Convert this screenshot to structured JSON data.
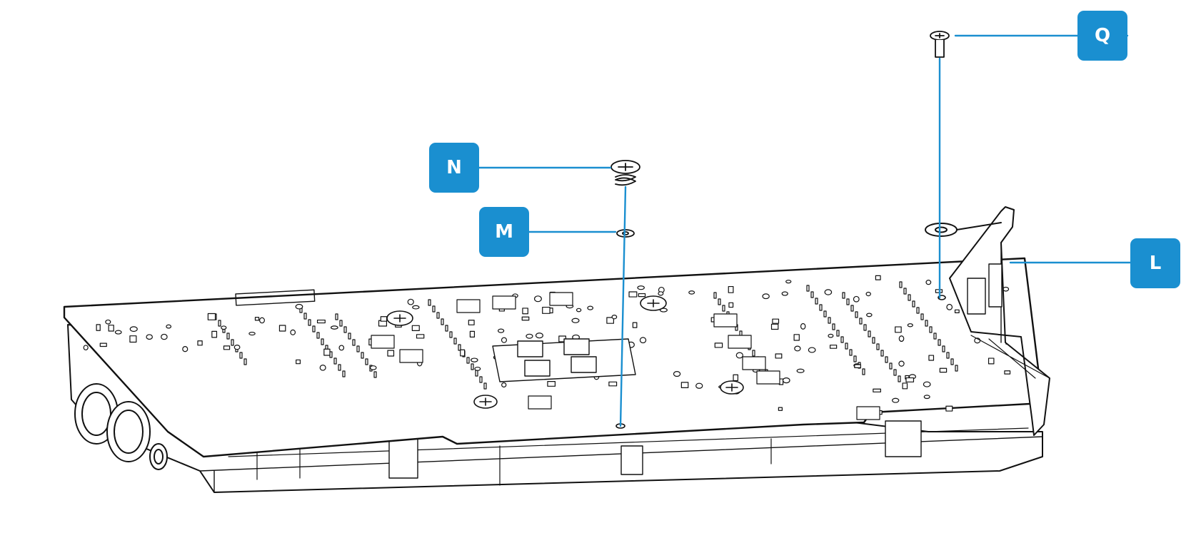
{
  "colors": {
    "accent": "#1a8fd0",
    "line": "#111111",
    "background": "#ffffff"
  },
  "callouts": {
    "q": "Q",
    "n": "N",
    "m": "M",
    "l": "L"
  },
  "board": {
    "label_plate_text": ""
  }
}
